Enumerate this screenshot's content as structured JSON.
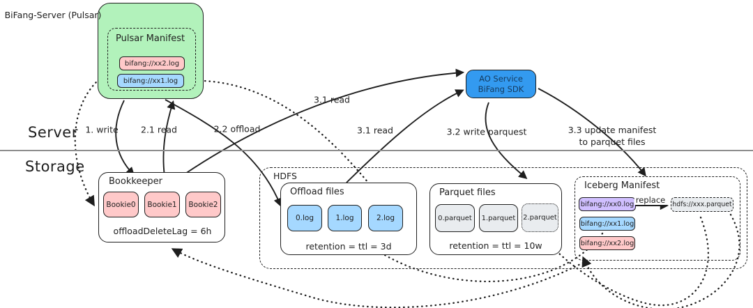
{
  "regions": {
    "server": "Server",
    "storage": "Storage"
  },
  "pulsar_server": {
    "title": "BiFang-Server (Pulsar)",
    "manifest": {
      "title": "Pulsar Manifest",
      "entry_xx2": "bifang://xx2.log",
      "entry_xx1": "bifang://xx1.log"
    }
  },
  "ao_service": {
    "line1": "AO Service",
    "line2": "BiFang SDK"
  },
  "bookkeeper": {
    "title": "Bookkeeper",
    "bookies": [
      "Bookie0",
      "Bookie1",
      "Bookie2"
    ],
    "note": "offloadDeleteLag = 6h"
  },
  "hdfs": {
    "title": "HDFS",
    "offload": {
      "title": "Offload files",
      "files": [
        "0.log",
        "1.log",
        "2.log"
      ],
      "note": "retention = ttl = 3d"
    },
    "parquet": {
      "title": "Parquet files",
      "files": [
        "0.parquet",
        "1.parquet",
        "2.parquet"
      ],
      "note": "retention = ttl = 10w"
    },
    "iceberg": {
      "title": "Iceberg Manifest",
      "entries": [
        "bifang://xx0.log",
        "bifang://xx1.log",
        "bifang://xx2.log"
      ],
      "replace_label": "replace",
      "replaced_file": "hdfs://xxx.parquet"
    }
  },
  "edge_labels": [
    {
      "text": "1. write"
    },
    {
      "text": "2.1 read"
    },
    {
      "text": "2.2 offload"
    },
    {
      "text": "3.1 read"
    },
    {
      "text": "3.1 read"
    },
    {
      "text": "3.2 write parquest"
    },
    {
      "text": "3.3 update manifest"
    },
    {
      "text": "to parquet files"
    }
  ],
  "colors": {
    "server_green": "#b2f2bb",
    "ao_blue": "#339af0",
    "log_blue": "#a5d8ff",
    "bookie_pink": "#ffc9c9",
    "manifest_purple": "#d0bfff",
    "parquet_gray": "#e9ecef",
    "stroke": "#1e1e1e",
    "divider_gray": "#8d8d8d"
  }
}
